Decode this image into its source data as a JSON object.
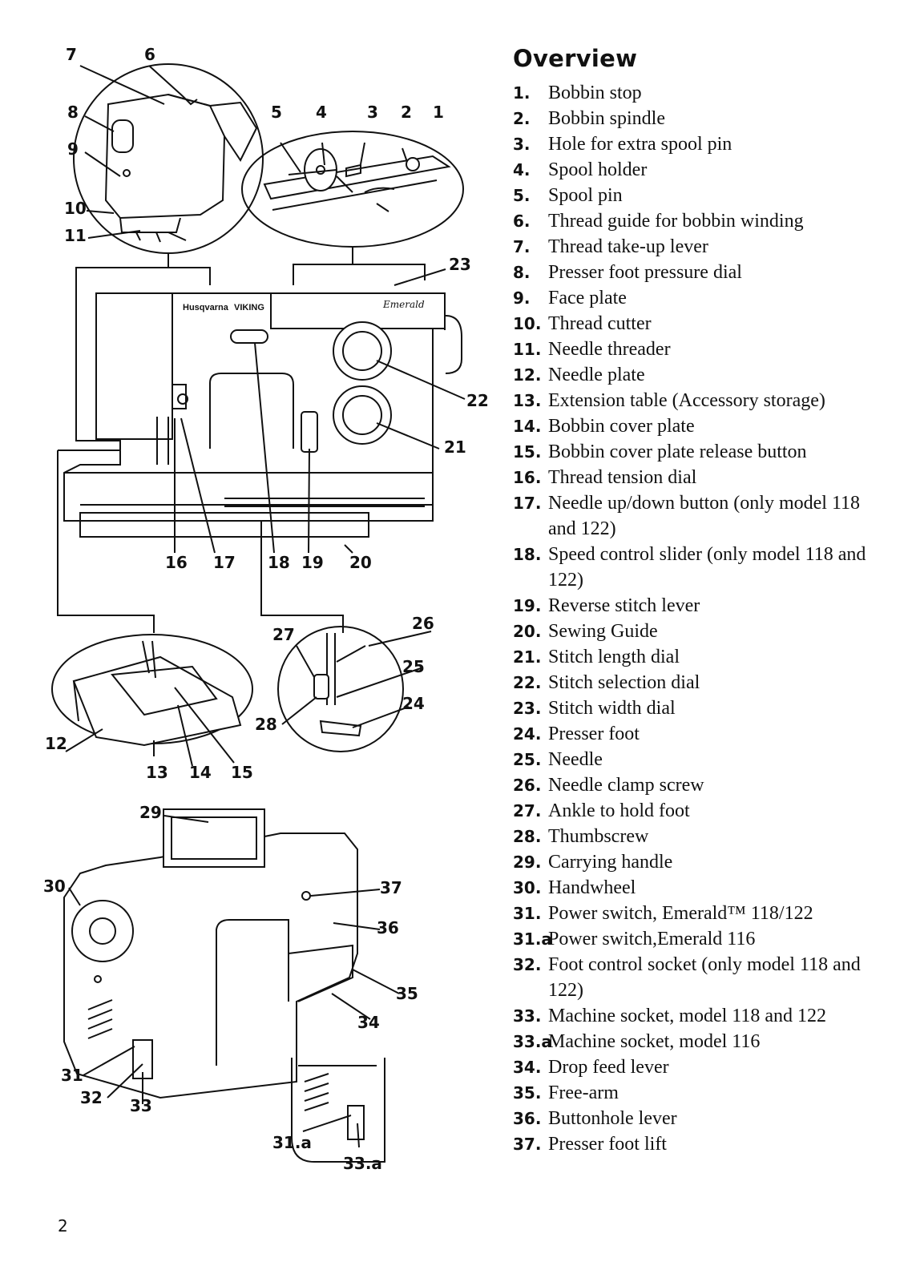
{
  "section_title": "Overview",
  "page_number": "2",
  "parts": [
    {
      "num": "1.",
      "label": "Bobbin stop"
    },
    {
      "num": "2.",
      "label": "Bobbin spindle"
    },
    {
      "num": "3.",
      "label": "Hole for extra spool pin"
    },
    {
      "num": "4.",
      "label": "Spool holder"
    },
    {
      "num": "5.",
      "label": "Spool pin"
    },
    {
      "num": "6.",
      "label": "Thread guide for bobbin winding"
    },
    {
      "num": "7.",
      "label": "Thread take-up lever"
    },
    {
      "num": "8.",
      "label": "Presser foot pressure dial"
    },
    {
      "num": "9.",
      "label": "Face plate"
    },
    {
      "num": "10.",
      "label": "Thread cutter"
    },
    {
      "num": "11.",
      "label": "Needle threader"
    },
    {
      "num": "12.",
      "label": "Needle plate"
    },
    {
      "num": "13.",
      "label": "Extension table (Accessory storage)"
    },
    {
      "num": "14.",
      "label": "Bobbin cover plate"
    },
    {
      "num": "15.",
      "label": "Bobbin cover plate release button"
    },
    {
      "num": "16.",
      "label": "Thread tension dial"
    },
    {
      "num": "17.",
      "label": "Needle up/down button (only model 118 and 122)"
    },
    {
      "num": "18.",
      "label": "Speed control slider (only model 118 and 122)"
    },
    {
      "num": "19.",
      "label": "Reverse stitch lever"
    },
    {
      "num": "20.",
      "label": "Sewing Guide"
    },
    {
      "num": "21.",
      "label": "Stitch length dial"
    },
    {
      "num": "22.",
      "label": "Stitch selection dial"
    },
    {
      "num": "23.",
      "label": "Stitch width dial"
    },
    {
      "num": "24.",
      "label": "Presser foot"
    },
    {
      "num": "25.",
      "label": "Needle"
    },
    {
      "num": "26.",
      "label": "Needle clamp screw"
    },
    {
      "num": "27.",
      "label": "Ankle to hold foot"
    },
    {
      "num": "28.",
      "label": "Thumbscrew"
    },
    {
      "num": "29.",
      "label": "Carrying handle"
    },
    {
      "num": "30.",
      "label": "Handwheel"
    },
    {
      "num": "31.",
      "label": "Power switch, Emerald™ 118/122"
    },
    {
      "num": "31.a",
      "label": "Power switch,Emerald 116"
    },
    {
      "num": "32.",
      "label": "Foot control socket (only model 118 and 122)"
    },
    {
      "num": "33.",
      "label": "Machine socket, model 118 and 122"
    },
    {
      "num": "33.a",
      "label": "Machine socket, model 116"
    },
    {
      "num": "34.",
      "label": "Drop feed lever"
    },
    {
      "num": "35.",
      "label": "Free-arm"
    },
    {
      "num": "36.",
      "label": "Buttonhole lever"
    },
    {
      "num": "37.",
      "label": "Presser foot lift"
    }
  ],
  "callouts": {
    "c1": "1",
    "c2": "2",
    "c3": "3",
    "c4": "4",
    "c5": "5",
    "c6": "6",
    "c7": "7",
    "c8": "8",
    "c9": "9",
    "c10": "10",
    "c11": "11",
    "c12": "12",
    "c13": "13",
    "c14": "14",
    "c15": "15",
    "c16": "16",
    "c17": "17",
    "c18": "18",
    "c19": "19",
    "c20": "20",
    "c21": "21",
    "c22": "22",
    "c23": "23",
    "c24": "24",
    "c25": "25",
    "c26": "26",
    "c27": "27",
    "c28": "28",
    "c29": "29",
    "c30": "30",
    "c31": "31",
    "c32": "32",
    "c33": "33",
    "c34": "34",
    "c35": "35",
    "c36": "36",
    "c37": "37",
    "c31a": "31.a",
    "c33a": "33.a"
  },
  "machine_branding": {
    "brand": "Husqvarna",
    "brand2": "VIKING",
    "model": "Emerald"
  }
}
